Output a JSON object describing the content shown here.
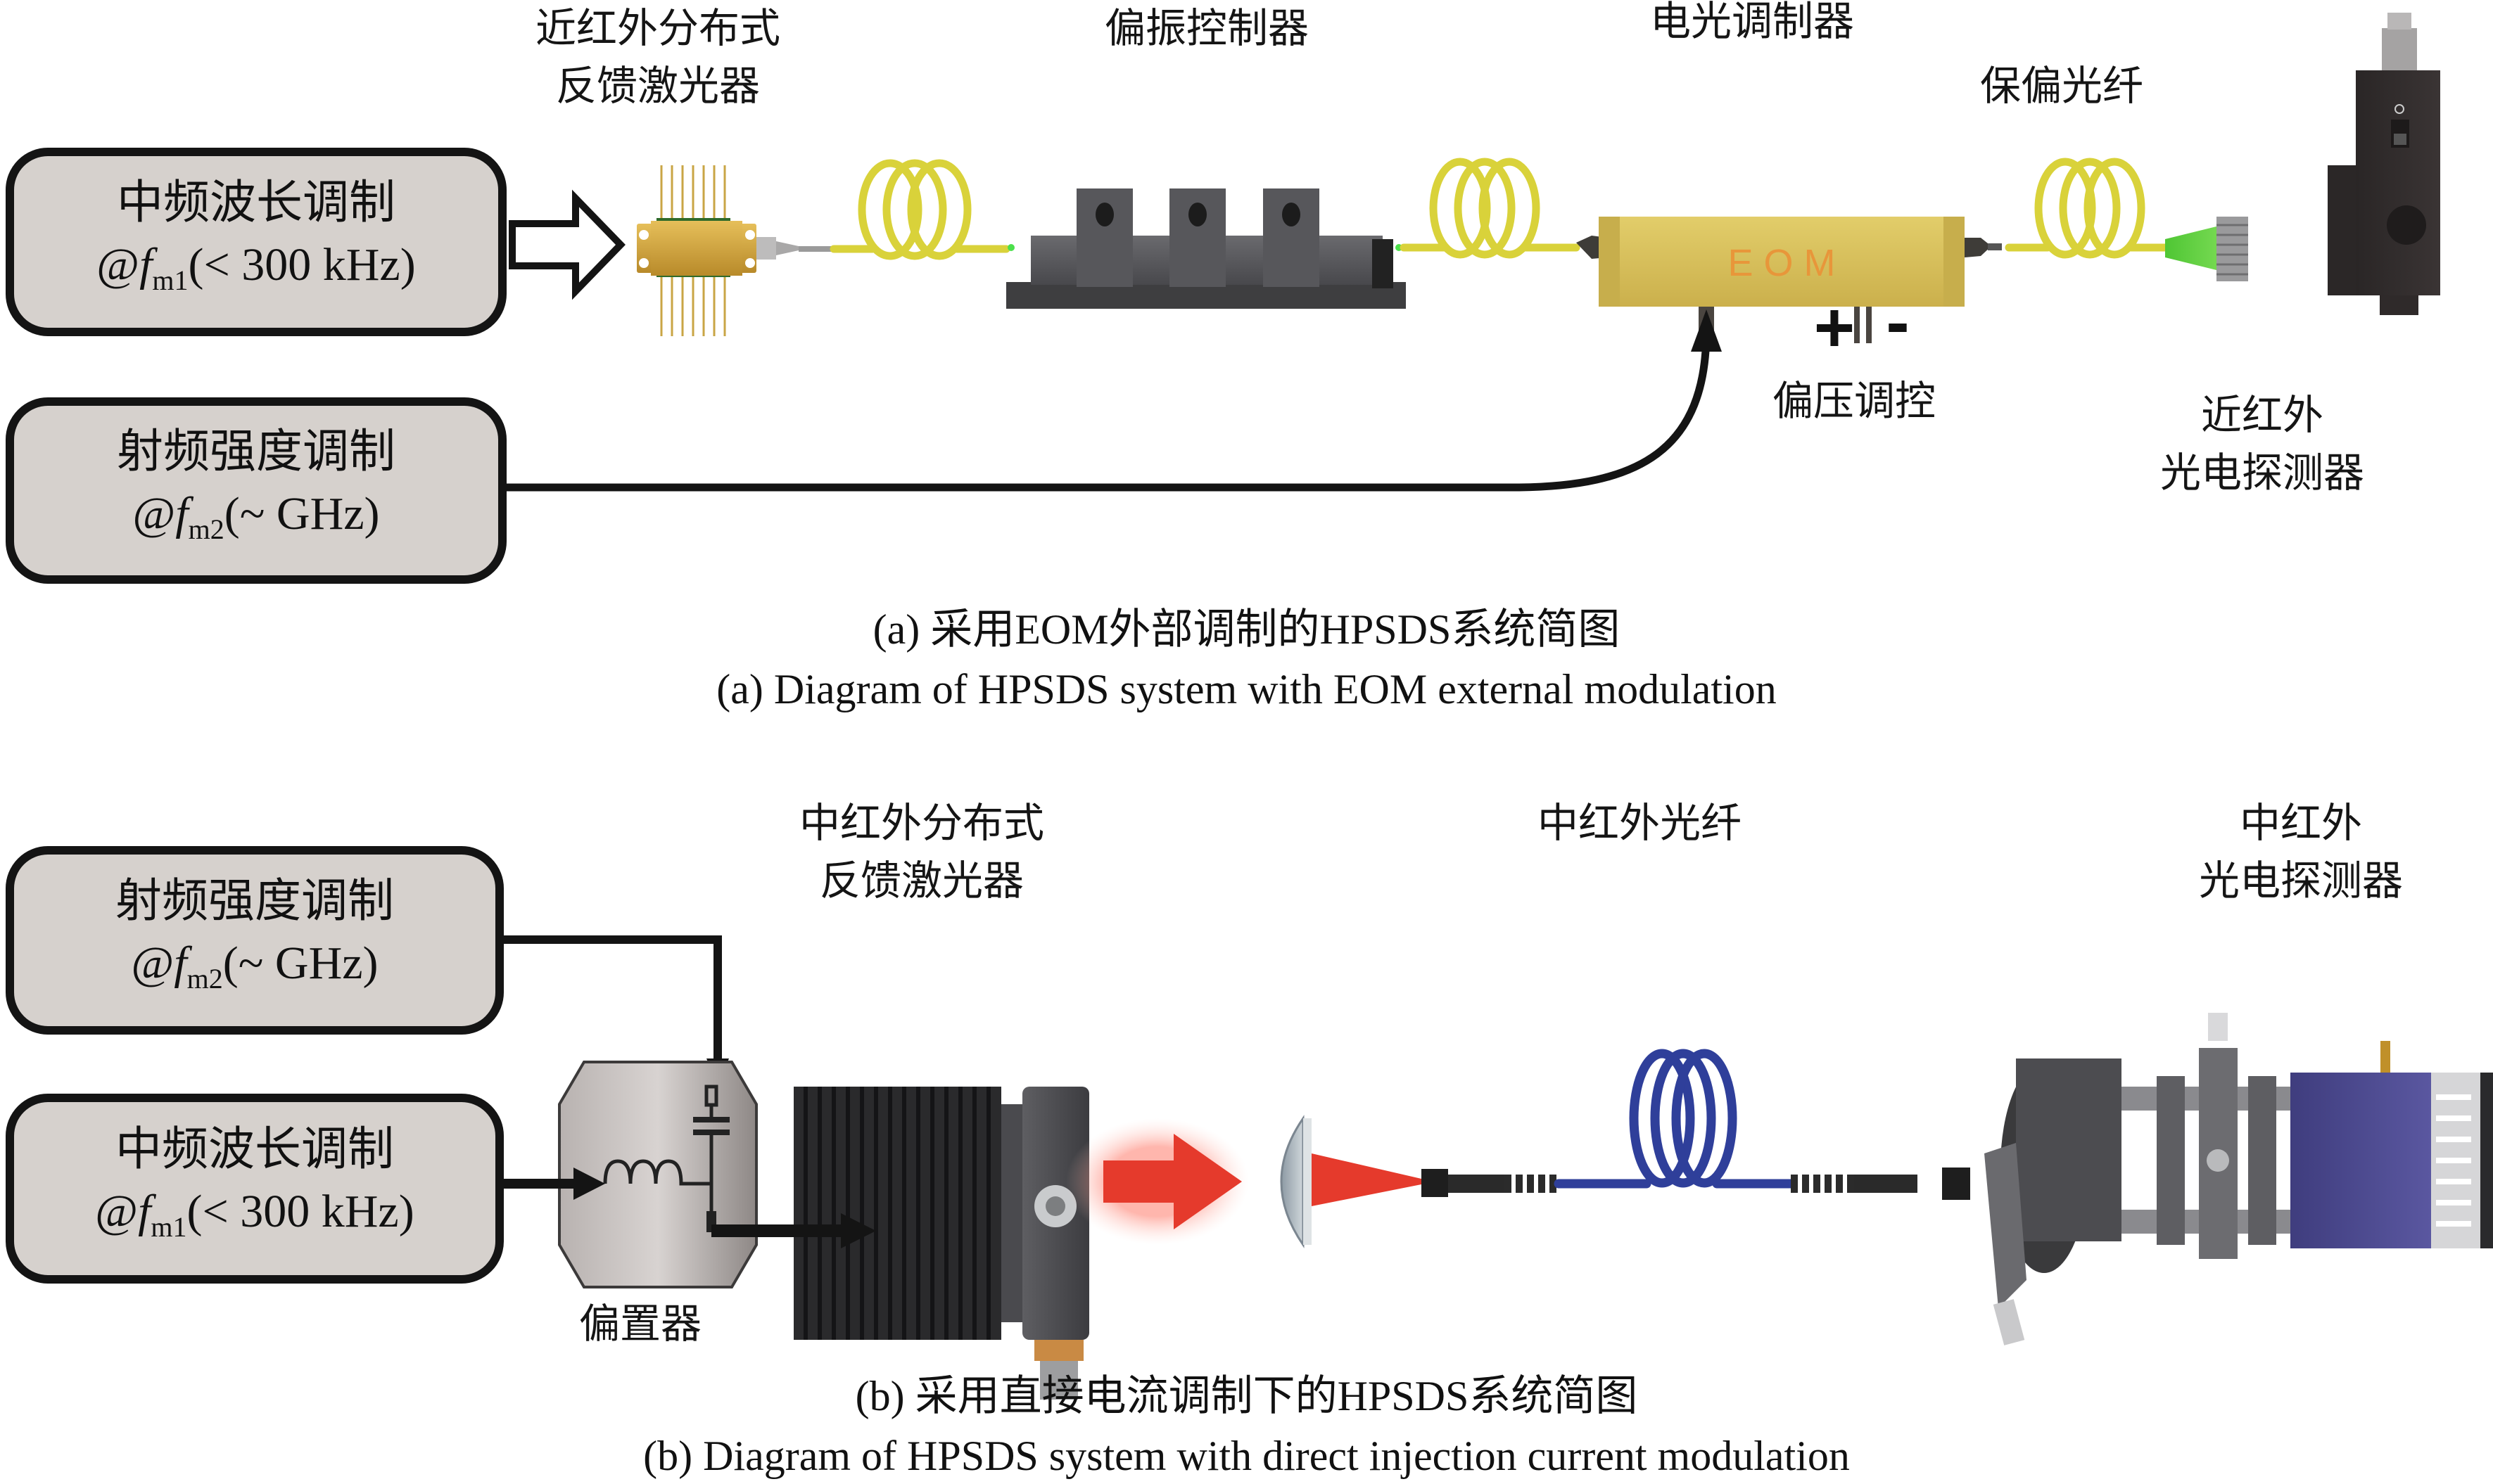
{
  "panel_a": {
    "boxes": {
      "wavelength_mod": {
        "line1": "中频波长调制",
        "prefix": "@",
        "f": "f",
        "sub": "m1",
        "suffix": "(< 300 kHz)"
      },
      "rf_mod": {
        "line1": "射频强度调制",
        "prefix": "@",
        "f": "f",
        "sub": "m2",
        "suffix": "(~ GHz)"
      }
    },
    "labels": {
      "laser_line1": "近红外分布式",
      "laser_line2": "反馈激光器",
      "polarization_controller": "偏振控制器",
      "eom": "电光调制器",
      "pm_fiber": "保偏光纤",
      "bias_control": "偏压调控",
      "detector_line1": "近红外",
      "detector_line2": "光电探测器",
      "eom_text": "E O M",
      "plus": "+",
      "minus": "-"
    },
    "caption_cn": "(a) 采用EOM外部调制的HPSDS系统简图",
    "caption_en": "(a) Diagram of HPSDS system with EOM external modulation"
  },
  "panel_b": {
    "boxes": {
      "rf_mod": {
        "line1": "射频强度调制",
        "prefix": "@",
        "f": "f",
        "sub": "m2",
        "suffix": "(~ GHz)"
      },
      "wavelength_mod": {
        "line1": "中频波长调制",
        "prefix": "@",
        "f": "f",
        "sub": "m1",
        "suffix": "(< 300 kHz)"
      }
    },
    "labels": {
      "laser_line1": "中红外分布式",
      "laser_line2": "反馈激光器",
      "fiber": "中红外光纤",
      "detector_line1": "中红外",
      "detector_line2": "光电探测器",
      "bias_tee": "偏置器"
    },
    "caption_cn": "(b) 采用直接电流调制下的HPSDS系统简图",
    "caption_en": "(b) Diagram of HPSDS system with direct injection current modulation"
  },
  "colors": {
    "box_fill": "#d6d1cd",
    "box_border": "#141414",
    "nir_fiber": "#d9d23a",
    "eom_body": "#d8c25e",
    "eom_text": "#e8963a",
    "mir_fiber": "#2f3f9a",
    "laser_beam": "#e53a2c",
    "detector_body": "#2e2a2a",
    "mir_detector": "#4a4a8a",
    "fc_connector": "#5ccc3c"
  }
}
